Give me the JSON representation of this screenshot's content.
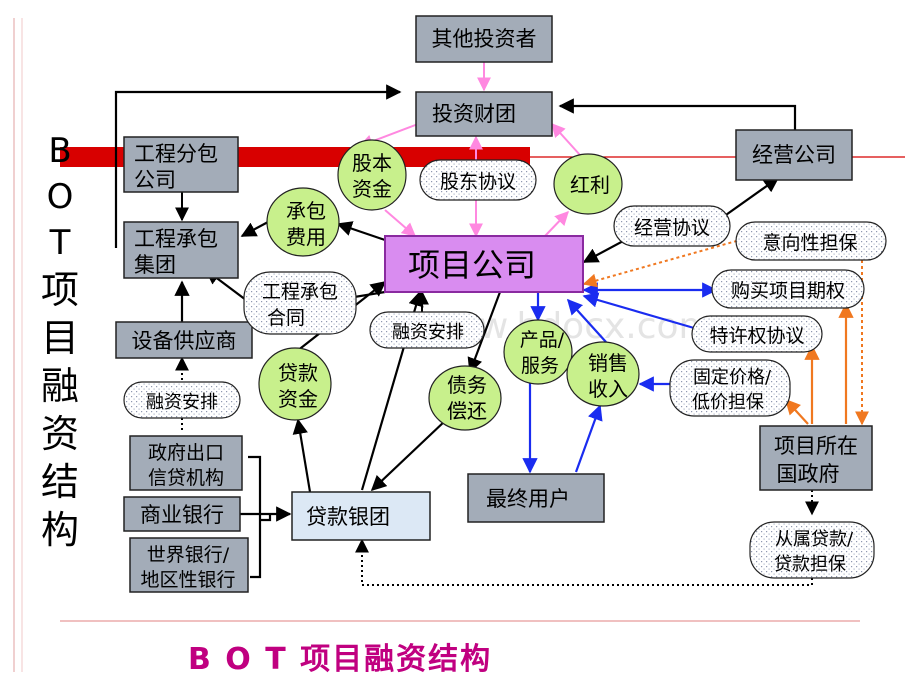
{
  "colors": {
    "box_fill": "#a3acb8",
    "light_box_fill": "#dce8f5",
    "purple_fill": "#d98cf0",
    "purple_border": "#8a2aa0",
    "green_fill": "#c8f08c",
    "pink_arrow": "#ff88e0",
    "blue_arrow": "#1a2cf0",
    "orange_arrow": "#f07820",
    "red_line": "#d80000",
    "footer_title": "#c00080"
  },
  "vertical_title": [
    "B",
    "O",
    "T",
    "项",
    "目",
    "融",
    "资",
    "结",
    "构"
  ],
  "footer_title": "B O T 项目融资结构",
  "watermark": "www.bdocx.com",
  "boxes": {
    "other_investors": "其他投资者",
    "investment_consortium": "投资财团",
    "operating_company": "经营公司",
    "subcontractor_1": "工程分包",
    "subcontractor_2": "公司",
    "contractor_group_1": "工程承包",
    "contractor_group_2": "集团",
    "project_company": "项目公司",
    "equipment_supplier": "设备供应商",
    "export_credit_1": "政府出口",
    "export_credit_2": "信贷机构",
    "commercial_bank": "商业银行",
    "world_bank_1": "世界银行/",
    "world_bank_2": "地区性银行",
    "loan_syndicate": "贷款银团",
    "end_user": "最终用户",
    "host_government_1": "项目所在",
    "host_government_2": "国政府"
  },
  "circles": {
    "equity_capital_1": "股本",
    "equity_capital_2": "资金",
    "dividend": "红利",
    "contract_fee_1": "承包",
    "contract_fee_2": "费用",
    "loan_funds_1": "贷款",
    "loan_funds_2": "资金",
    "debt_repayment_1": "债务",
    "debt_repayment_2": "偿还",
    "products_1": "产品/",
    "products_2": "服务",
    "sales_revenue_1": "销售",
    "sales_revenue_2": "收入"
  },
  "scrolls": {
    "shareholder_agreement": "股东协议",
    "operating_agreement": "经营协议",
    "intent_guarantee": "意向性担保",
    "construction_contract_1": "工程承包",
    "construction_contract_2": "合同",
    "purchase_option": "购买项目期权",
    "concession_agreement": "特许权协议",
    "financing_arrangement_1": "融资安排",
    "financing_arrangement_2": "融资安排",
    "fixed_price_1": "固定价格/",
    "fixed_price_2": "低价担保",
    "subordinated_loan_1": "从属贷款/",
    "subordinated_loan_2": "贷款担保"
  }
}
